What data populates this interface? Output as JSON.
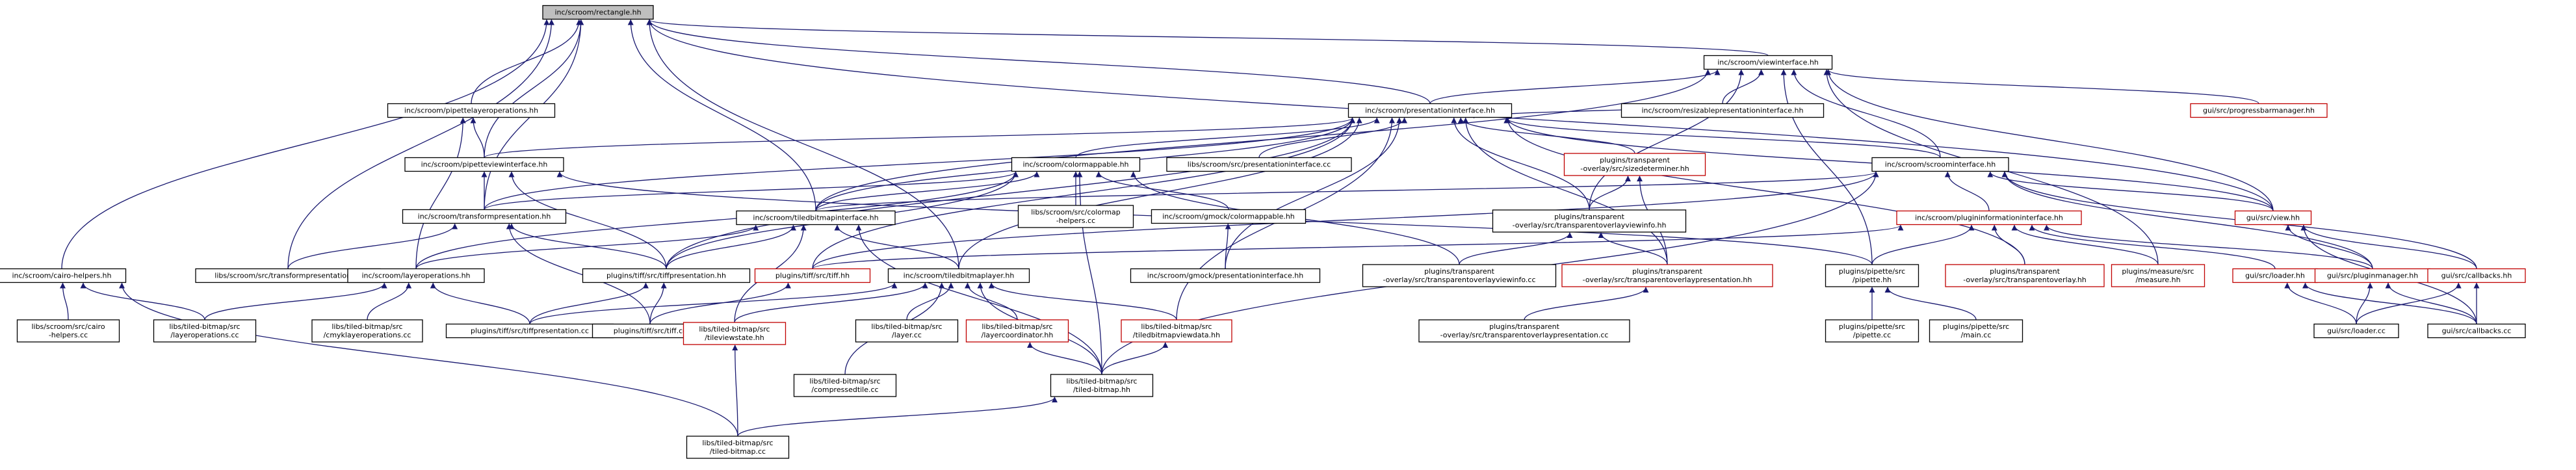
{
  "diagram": {
    "colors": {
      "edge": "#191970",
      "edge_red": "#c00000",
      "focus_fill": "#bfbfbf",
      "border_black": "#000000",
      "border_red": "#c00000"
    },
    "nodes": [
      {
        "id": "rect",
        "lines": [
          "inc/scroom/rectangle.hh"
        ],
        "style": "focus"
      },
      {
        "id": "viewif",
        "lines": [
          "inc/scroom/viewinterface.hh"
        ],
        "style": "black"
      },
      {
        "id": "pipetteLayerOps",
        "lines": [
          "inc/scroom/pipettelayeroperations.hh"
        ],
        "style": "black"
      },
      {
        "id": "presIf",
        "lines": [
          "inc/scroom/presentationinterface.hh"
        ],
        "style": "black"
      },
      {
        "id": "resizable",
        "lines": [
          "inc/scroom/resizablepresentationinterface.hh"
        ],
        "style": "black"
      },
      {
        "id": "progressbar",
        "lines": [
          "gui/src/progressbarmanager.hh"
        ],
        "style": "red"
      },
      {
        "id": "pipetteViewIf",
        "lines": [
          "inc/scroom/pipetteviewinterface.hh"
        ],
        "style": "black"
      },
      {
        "id": "colormappable",
        "lines": [
          "inc/scroom/colormappable.hh"
        ],
        "style": "black"
      },
      {
        "id": "presIfCc",
        "lines": [
          "libs/scroom/src/presentationinterface.cc"
        ],
        "style": "black"
      },
      {
        "id": "sizeDet",
        "lines": [
          "plugins/transparent",
          "-overlay/src/sizedeterminer.hh"
        ],
        "style": "red"
      },
      {
        "id": "scroomIf",
        "lines": [
          "inc/scroom/scroominterface.hh"
        ],
        "style": "black"
      },
      {
        "id": "transformPres",
        "lines": [
          "inc/scroom/transformpresentation.hh"
        ],
        "style": "black"
      },
      {
        "id": "colormapHelpers",
        "lines": [
          "libs/scroom/src/colormap",
          "-helpers.cc"
        ],
        "style": "black"
      },
      {
        "id": "gmockColormappable",
        "lines": [
          "inc/scroom/gmock/colormappable.hh"
        ],
        "style": "black"
      },
      {
        "id": "tiledBitmapIf",
        "lines": [
          "inc/scroom/tiledbitmapinterface.hh"
        ],
        "style": "black"
      },
      {
        "id": "toViewInfo",
        "lines": [
          "plugins/transparent",
          "-overlay/src/transparentoverlayviewinfo.hh"
        ],
        "style": "black"
      },
      {
        "id": "pluginInfoIf",
        "lines": [
          "inc/scroom/plugininformationinterface.hh"
        ],
        "style": "red"
      },
      {
        "id": "guiView",
        "lines": [
          "gui/src/view.hh"
        ],
        "style": "red"
      },
      {
        "id": "cairoHelpers",
        "lines": [
          "inc/scroom/cairo-helpers.hh"
        ],
        "style": "black"
      },
      {
        "id": "transformPresCc",
        "lines": [
          "libs/scroom/src/transformpresentation.cc"
        ],
        "style": "black"
      },
      {
        "id": "layerOps",
        "lines": [
          "inc/scroom/layeroperations.hh"
        ],
        "style": "black"
      },
      {
        "id": "tiffPres",
        "lines": [
          "plugins/tiff/src/tiffpresentation.hh"
        ],
        "style": "black"
      },
      {
        "id": "tiffHh",
        "lines": [
          "plugins/tiff/src/tiff.hh"
        ],
        "style": "red"
      },
      {
        "id": "tiledBitmapLayer",
        "lines": [
          "inc/scroom/tiledbitmaplayer.hh"
        ],
        "style": "black"
      },
      {
        "id": "gmockPresIf",
        "lines": [
          "inc/scroom/gmock/presentationinterface.hh"
        ],
        "style": "black"
      },
      {
        "id": "toViewInfoCc",
        "lines": [
          "plugins/transparent",
          "-overlay/src/transparentoverlayviewinfo.cc"
        ],
        "style": "black"
      },
      {
        "id": "toPres",
        "lines": [
          "plugins/transparent",
          "-overlay/src/transparentoverlaypresentation.hh"
        ],
        "style": "red"
      },
      {
        "id": "pipetteHh",
        "lines": [
          "plugins/pipette/src",
          "/pipette.hh"
        ],
        "style": "black"
      },
      {
        "id": "toHh",
        "lines": [
          "plugins/transparent",
          "-overlay/src/transparentoverlay.hh"
        ],
        "style": "red"
      },
      {
        "id": "measureHh",
        "lines": [
          "plugins/measure/src",
          "/measure.hh"
        ],
        "style": "red"
      },
      {
        "id": "loaderHh",
        "lines": [
          "gui/src/loader.hh"
        ],
        "style": "red"
      },
      {
        "id": "pluginMgr",
        "lines": [
          "gui/src/pluginmanager.hh"
        ],
        "style": "red"
      },
      {
        "id": "callbacksHh",
        "lines": [
          "gui/src/callbacks.hh"
        ],
        "style": "red"
      },
      {
        "id": "cairoHelpersCc",
        "lines": [
          "libs/scroom/src/cairo",
          "-helpers.cc"
        ],
        "style": "black"
      },
      {
        "id": "layerOpsCc",
        "lines": [
          "libs/tiled-bitmap/src",
          "/layeroperations.cc"
        ],
        "style": "black"
      },
      {
        "id": "cmykOpsCc",
        "lines": [
          "libs/tiled-bitmap/src",
          "/cmyklayeroperations.cc"
        ],
        "style": "black"
      },
      {
        "id": "tiffPresCc",
        "lines": [
          "plugins/tiff/src/tiffpresentation.cc"
        ],
        "style": "black"
      },
      {
        "id": "tiffCc",
        "lines": [
          "plugins/tiff/src/tiff.cc"
        ],
        "style": "black"
      },
      {
        "id": "tileViewState",
        "lines": [
          "libs/tiled-bitmap/src",
          "/tileviewstate.hh"
        ],
        "style": "red"
      },
      {
        "id": "layerCc",
        "lines": [
          "libs/tiled-bitmap/src",
          "/layer.cc"
        ],
        "style": "black"
      },
      {
        "id": "layerCoord",
        "lines": [
          "libs/tiled-bitmap/src",
          "/layercoordinator.hh"
        ],
        "style": "red"
      },
      {
        "id": "tiledBitmapViewData",
        "lines": [
          "libs/tiled-bitmap/src",
          "/tiledbitmapviewdata.hh"
        ],
        "style": "red"
      },
      {
        "id": "toPresCc",
        "lines": [
          "plugins/transparent",
          "-overlay/src/transparentoverlaypresentation.cc"
        ],
        "style": "black"
      },
      {
        "id": "pipetteCc",
        "lines": [
          "plugins/pipette/src",
          "/pipette.cc"
        ],
        "style": "black"
      },
      {
        "id": "pipetteMain",
        "lines": [
          "plugins/pipette/src",
          "/main.cc"
        ],
        "style": "black"
      },
      {
        "id": "loaderCc",
        "lines": [
          "gui/src/loader.cc"
        ],
        "style": "black"
      },
      {
        "id": "callbacksCc",
        "lines": [
          "gui/src/callbacks.cc"
        ],
        "style": "black"
      },
      {
        "id": "compressedTile",
        "lines": [
          "libs/tiled-bitmap/src",
          "/compressedtile.cc"
        ],
        "style": "black"
      },
      {
        "id": "tiledBitmapHh",
        "lines": [
          "libs/tiled-bitmap/src",
          "/tiled-bitmap.hh"
        ],
        "style": "black"
      },
      {
        "id": "tiledBitmapCc",
        "lines": [
          "libs/tiled-bitmap/src",
          "/tiled-bitmap.cc"
        ],
        "style": "black"
      }
    ],
    "edges": [
      [
        "viewif",
        "rect"
      ],
      [
        "pipetteLayerOps",
        "rect"
      ],
      [
        "presIf",
        "rect"
      ],
      [
        "pipetteViewIf",
        "rect"
      ],
      [
        "transformPres",
        "rect"
      ],
      [
        "tiledBitmapIf",
        "rect"
      ],
      [
        "cairoHelpers",
        "rect"
      ],
      [
        "transformPresCc",
        "rect"
      ],
      [
        "tiledBitmapLayer",
        "rect"
      ],
      [
        "guiView",
        "rect"
      ],
      [
        "presIf",
        "viewif"
      ],
      [
        "resizable",
        "viewif"
      ],
      [
        "progressbar",
        "viewif"
      ],
      [
        "scroomIf",
        "viewif"
      ],
      [
        "guiView",
        "viewif"
      ],
      [
        "pipetteHh",
        "viewif"
      ],
      [
        "measureHh",
        "viewif"
      ],
      [
        "toViewInfo",
        "viewif"
      ],
      [
        "tiledBitmapIf",
        "viewif"
      ],
      [
        "resizable",
        "presIf"
      ],
      [
        "colormappable",
        "presIf"
      ],
      [
        "presIfCc",
        "presIf"
      ],
      [
        "sizeDet",
        "presIf"
      ],
      [
        "scroomIf",
        "presIf"
      ],
      [
        "transformPres",
        "presIf"
      ],
      [
        "tiledBitmapIf",
        "presIf"
      ],
      [
        "toViewInfo",
        "presIf"
      ],
      [
        "gmockPresIf",
        "presIf"
      ],
      [
        "toPres",
        "presIf"
      ],
      [
        "tiffPres",
        "presIf"
      ],
      [
        "tiffHh",
        "presIf"
      ],
      [
        "toHh",
        "presIf"
      ],
      [
        "guiView",
        "presIf"
      ],
      [
        "tiledBitmapViewData",
        "presIf"
      ],
      [
        "pipetteViewIf",
        "presIf"
      ],
      [
        "tiledBitmapLayer",
        "presIf"
      ],
      [
        "pipetteViewIf",
        "pipetteLayerOps"
      ],
      [
        "layerOps",
        "pipetteLayerOps"
      ],
      [
        "transformPres",
        "pipetteViewIf"
      ],
      [
        "tiffPres",
        "pipetteViewIf"
      ],
      [
        "pipetteHh",
        "pipetteViewIf"
      ],
      [
        "transformPres",
        "colormappable"
      ],
      [
        "colormapHelpers",
        "colormappable"
      ],
      [
        "gmockColormappable",
        "colormappable"
      ],
      [
        "tiledBitmapIf",
        "colormappable"
      ],
      [
        "tiffPres",
        "colormappable"
      ],
      [
        "toViewInfoCc",
        "colormappable"
      ],
      [
        "tiledBitmapHh",
        "colormappable"
      ],
      [
        "layerOps",
        "colormappable"
      ],
      [
        "gmockPresIf",
        "gmockColormappable"
      ],
      [
        "toViewInfo",
        "sizeDet"
      ],
      [
        "toPres",
        "sizeDet"
      ],
      [
        "pluginInfoIf",
        "scroomIf"
      ],
      [
        "guiView",
        "scroomIf"
      ],
      [
        "pluginMgr",
        "scroomIf"
      ],
      [
        "callbacksHh",
        "scroomIf"
      ],
      [
        "tiledBitmapIf",
        "scroomIf"
      ],
      [
        "tiffHh",
        "scroomIf"
      ],
      [
        "tiledBitmapHh",
        "scroomIf"
      ],
      [
        "transformPresCc",
        "transformPres"
      ],
      [
        "tiffPres",
        "transformPres"
      ],
      [
        "tiffCc",
        "transformPres"
      ],
      [
        "layerOps",
        "tiledBitmapIf"
      ],
      [
        "tiffPres",
        "tiledBitmapIf"
      ],
      [
        "tiledBitmapLayer",
        "tiledBitmapIf"
      ],
      [
        "tileViewState",
        "tiledBitmapIf"
      ],
      [
        "tiledBitmapHh",
        "tiledBitmapIf"
      ],
      [
        "toViewInfoCc",
        "toViewInfo"
      ],
      [
        "toPres",
        "toViewInfo"
      ],
      [
        "pipetteHh",
        "pluginInfoIf"
      ],
      [
        "toHh",
        "pluginInfoIf"
      ],
      [
        "measureHh",
        "pluginInfoIf"
      ],
      [
        "loaderHh",
        "pluginInfoIf"
      ],
      [
        "pluginMgr",
        "pluginInfoIf"
      ],
      [
        "tiffHh",
        "pluginInfoIf"
      ],
      [
        "pluginMgr",
        "guiView"
      ],
      [
        "callbacksHh",
        "guiView"
      ],
      [
        "callbacksCc",
        "guiView"
      ],
      [
        "layerOpsCc",
        "cairoHelpers"
      ],
      [
        "cairoHelpersCc",
        "cairoHelpers"
      ],
      [
        "tiledBitmapCc",
        "cairoHelpers"
      ],
      [
        "layerOpsCc",
        "layerOps"
      ],
      [
        "cmykOpsCc",
        "layerOps"
      ],
      [
        "tiffPresCc",
        "layerOps"
      ],
      [
        "tiffPresCc",
        "tiffPres"
      ],
      [
        "tiffCc",
        "tiffPres"
      ],
      [
        "tiffCc",
        "tiffHh"
      ],
      [
        "tileViewState",
        "tiledBitmapLayer"
      ],
      [
        "layerCc",
        "tiledBitmapLayer"
      ],
      [
        "layerCoord",
        "tiledBitmapLayer"
      ],
      [
        "tiledBitmapViewData",
        "tiledBitmapLayer"
      ],
      [
        "compressedTile",
        "tiledBitmapLayer"
      ],
      [
        "tiledBitmapHh",
        "tiledBitmapLayer"
      ],
      [
        "tiffPresCc",
        "tiledBitmapLayer"
      ],
      [
        "toPresCc",
        "toPres"
      ],
      [
        "pipetteCc",
        "pipetteHh"
      ],
      [
        "pipetteMain",
        "pipetteHh"
      ],
      [
        "loaderCc",
        "loaderHh"
      ],
      [
        "callbacksCc",
        "loaderHh"
      ],
      [
        "loaderCc",
        "pluginMgr"
      ],
      [
        "callbacksCc",
        "pluginMgr"
      ],
      [
        "callbacksHh",
        "pluginMgr"
      ],
      [
        "loaderCc",
        "callbacksHh"
      ],
      [
        "callbacksCc",
        "callbacksHh"
      ],
      [
        "tiledBitmapCc",
        "tileViewState"
      ],
      [
        "tiledBitmapHh",
        "layerCoord"
      ],
      [
        "tiledBitmapHh",
        "tiledBitmapViewData"
      ],
      [
        "tiledBitmapCc",
        "tiledBitmapHh"
      ]
    ]
  }
}
